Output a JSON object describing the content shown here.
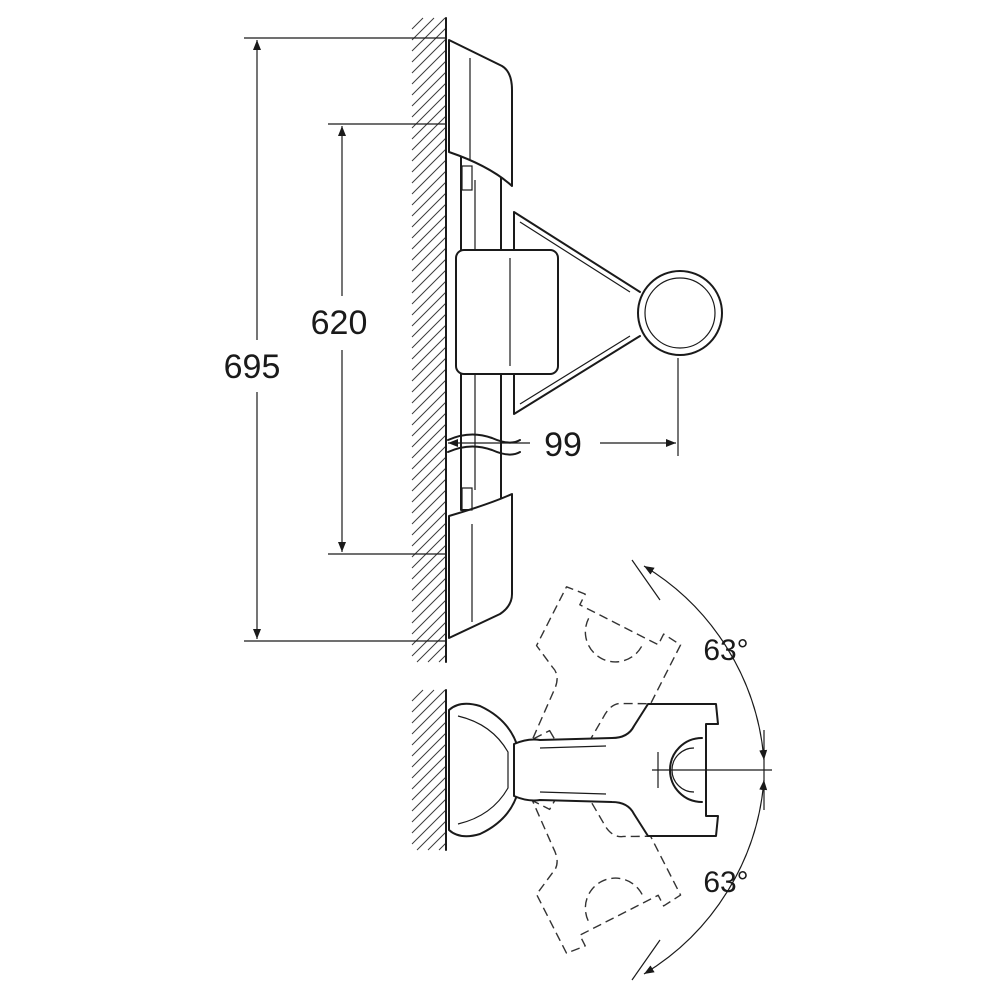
{
  "dimensions": {
    "overall_height": "695",
    "mounting_distance": "620",
    "projection": "99"
  },
  "angles": {
    "upper": "63°",
    "lower": "63°"
  },
  "colors": {
    "line": "#1a1a1a",
    "background": "#ffffff"
  }
}
